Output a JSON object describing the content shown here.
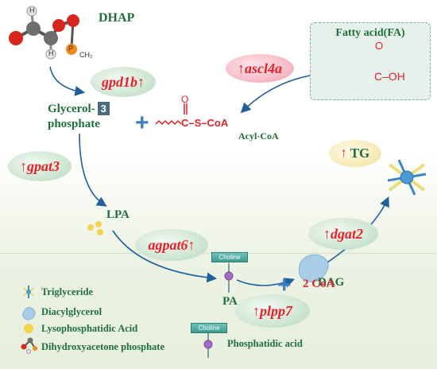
{
  "molecule": {
    "label": "DHAP",
    "atom_h": "H",
    "atom_p": "P",
    "ch2": "CH₂"
  },
  "glycerol": {
    "line1": "Glycerol-",
    "num": "3",
    "line2": "phosphate"
  },
  "fatty_acid": {
    "title": "Fatty acid(FA)",
    "oh": "C–OH",
    "o": "O"
  },
  "acyl_coa": {
    "formula": "C–S–CoA",
    "o": "O",
    "label": "Acyl-CoA"
  },
  "genes": {
    "gpd1b": "gpd1b",
    "ascl4a": "ascl4a",
    "gpat3": "gpat3",
    "agpat6": "agpat6",
    "dgat2": "dgat2",
    "plpp7": "plpp7"
  },
  "arrow": "↑",
  "tg": "TG",
  "lpa": "LPA",
  "pa": "PA",
  "dag": "DAG",
  "coa2": "2 CoA",
  "plus": "+",
  "choline": "Choline",
  "legend": {
    "triglyceride": "Triglyceride",
    "diacylglycerol": "Diacylglycerol",
    "lpa": "Lysophosphatidic Acid",
    "dhap": "Dihydroxyacetone phosphate"
  },
  "phosphatidic_acid": "Phosphatidic acid",
  "colors": {
    "gene_red": "#e8202a",
    "text_green": "#1e6f3a",
    "arrow_blue": "#1f5f9c",
    "plus_blue": "#3e7fc2"
  }
}
